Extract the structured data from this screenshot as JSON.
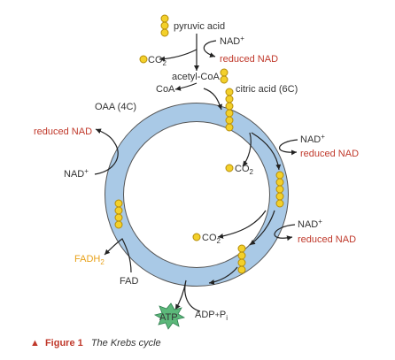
{
  "labels": {
    "pyruvic_acid": "pyruvic acid",
    "nad_plus": "NAD",
    "plus": "+",
    "reduced_nad": "reduced NAD",
    "co2": "CO",
    "two": "2",
    "acetyl_coa": "acetyl-CoA",
    "coa": "CoA",
    "oaa": "OAA (4C)",
    "citric_acid": "citric acid (6C)",
    "fad": "FAD",
    "fadh": "FADH",
    "atp": "ATP",
    "adp": "ADP",
    "pi": "P",
    "sub_i": "i"
  },
  "caption": {
    "marker": "▲",
    "figure": "Figure 1",
    "text": "The Krebs cycle"
  },
  "colors": {
    "ring": "#a9c9e6",
    "ring_edge": "#555555",
    "molecule": "#f3d02a",
    "molecule_edge": "#b58d0a",
    "red_text": "#c0392b",
    "fadh_text": "#e8a21a",
    "atp_burst": "#5cb87a"
  }
}
